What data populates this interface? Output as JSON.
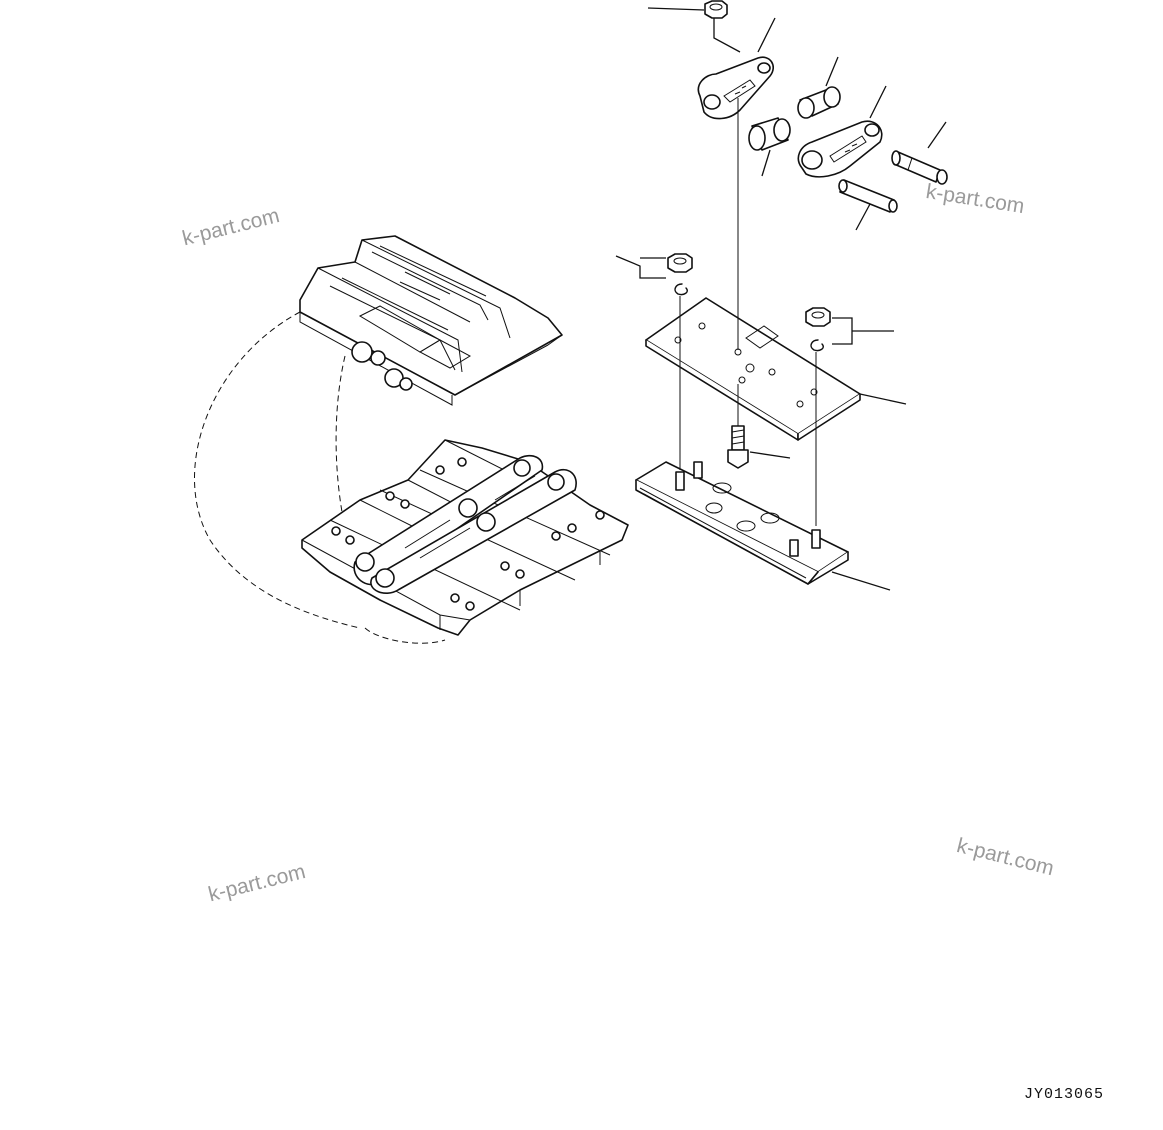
{
  "drawing_code": "JY013065",
  "watermarks": [
    "k-part.com",
    "k-part.com",
    "k-part.com",
    "k-part.com"
  ]
}
